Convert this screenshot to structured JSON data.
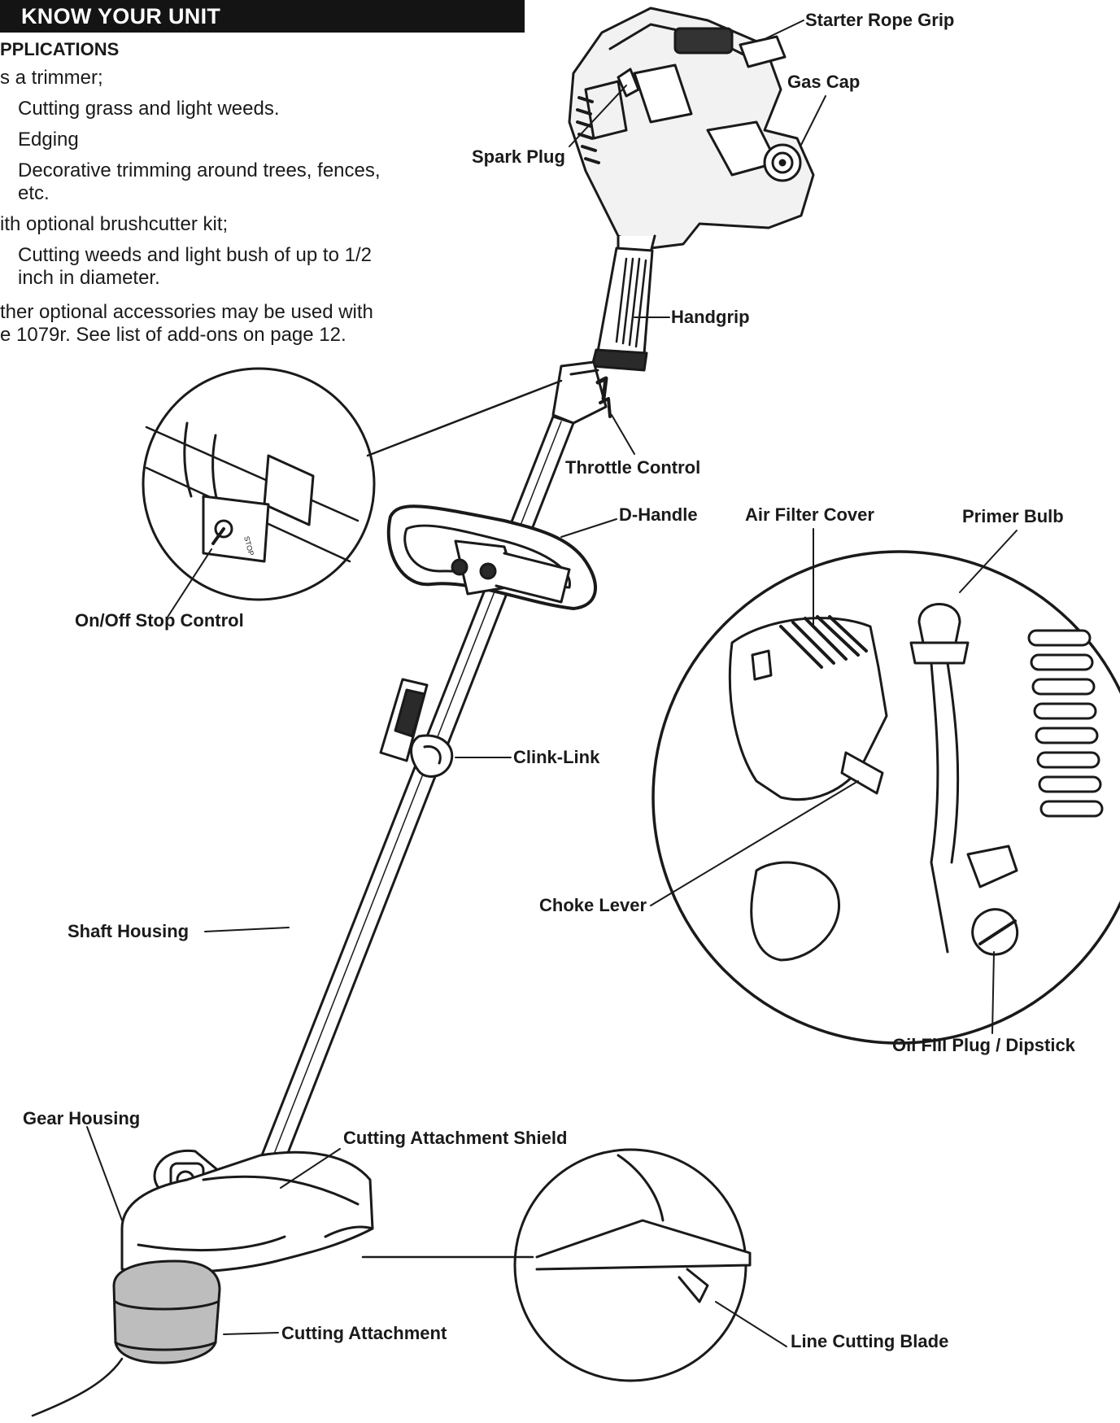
{
  "header": {
    "title": "KNOW YOUR UNIT"
  },
  "applications": {
    "title": "PPLICATIONS",
    "trimmer_intro": "s a trimmer;",
    "trimmer_items": [
      "Cutting grass and light weeds.",
      "Edging",
      "Decorative trimming around trees, fences,",
      "etc."
    ],
    "brush_intro": "ith optional brushcutter kit;",
    "brush_items": [
      "Cutting weeds and light bush of up to 1/2",
      "inch in diameter."
    ],
    "other_lines": [
      "ther optional accessories may be used with",
      "e 1079r. See list of add-ons on page 12."
    ]
  },
  "labels": {
    "starter_rope_grip": "Starter Rope Grip",
    "gas_cap": "Gas Cap",
    "spark_plug": "Spark Plug",
    "handgrip": "Handgrip",
    "throttle_control": "Throttle Control",
    "d_handle": "D-Handle",
    "air_filter_cover": "Air Filter Cover",
    "primer_bulb": "Primer Bulb",
    "on_off_stop_control": "On/Off Stop Control",
    "clink_link": "Clink-Link",
    "choke_lever": "Choke Lever",
    "shaft_housing": "Shaft Housing",
    "oil_fill_plug": "Oil Fill Plug / Dipstick",
    "gear_housing": "Gear Housing",
    "cutting_attachment_shield": "Cutting Attachment Shield",
    "cutting_attachment": "Cutting Attachment",
    "line_cutting_blade": "Line Cutting Blade",
    "switch_text": "STOP"
  }
}
